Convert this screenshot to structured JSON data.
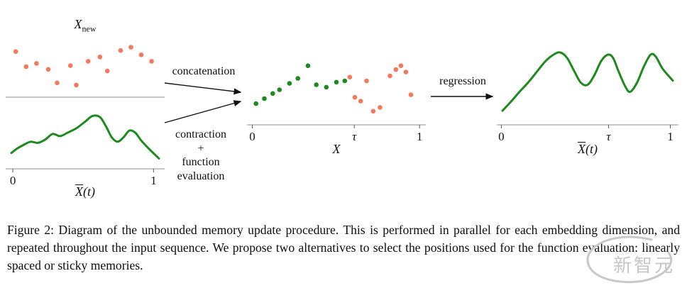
{
  "figure": {
    "panels": {
      "x_new": {
        "main": "X",
        "sub": "new"
      },
      "xbar_prev": {
        "bar": "X",
        "rest": "(t)"
      },
      "concat": {
        "label": "X"
      },
      "xbar_new": {
        "bar": "X",
        "rest": "(t)"
      }
    },
    "arrow_labels": {
      "concatenation": "concatenation",
      "contraction_l1": "contraction",
      "contraction_l2": "+",
      "contraction_l3": "function",
      "contraction_l4": "evaluation",
      "regression": "regression"
    }
  },
  "caption": {
    "text": "Figure 2: Diagram of the unbounded memory update procedure. This is performed in parallel for each embedding dimension, and repeated throughout the input sequence. We propose two alternatives to select the positions used for the function evaluation: linearly spaced or sticky memories."
  },
  "watermark": {
    "text": "新智元"
  },
  "colors": {
    "orange": "#f4795b",
    "green": "#1d8a1d",
    "axis": "#8f8f8f",
    "tick": "#555555",
    "ink": "#111111",
    "watermark": "#c8c8c8"
  },
  "chart_data": [
    {
      "id": "chart-x-new",
      "type": "scatter",
      "title": "X_new (new memory vectors)",
      "xlim": [
        0,
        1
      ],
      "ylim": [
        0,
        1
      ],
      "axis_line": true,
      "ticks": [],
      "series": [
        {
          "name": "new-memory-points",
          "color_key": "orange",
          "points": [
            [
              0.03,
              0.78
            ],
            [
              0.1,
              0.5
            ],
            [
              0.17,
              0.56
            ],
            [
              0.25,
              0.45
            ],
            [
              0.31,
              0.2
            ],
            [
              0.4,
              0.52
            ],
            [
              0.44,
              0.16
            ],
            [
              0.52,
              0.6
            ],
            [
              0.6,
              0.68
            ],
            [
              0.65,
              0.42
            ],
            [
              0.74,
              0.8
            ],
            [
              0.81,
              0.86
            ],
            [
              0.88,
              0.72
            ],
            [
              0.95,
              0.6
            ]
          ]
        }
      ]
    },
    {
      "id": "chart-xbar-prev",
      "type": "line",
      "title": "X̄(t) previous long-term memory signal",
      "xlim": [
        0,
        1
      ],
      "ylim": [
        0,
        1
      ],
      "axis_line": true,
      "ticks": [
        {
          "pos": 0.045,
          "label": "0"
        },
        {
          "pos": 0.93,
          "label": "1"
        }
      ],
      "series": [
        {
          "name": "xbar-prev-curve",
          "color_key": "green",
          "points": [
            [
              0.0,
              0.22
            ],
            [
              0.04,
              0.3
            ],
            [
              0.08,
              0.36
            ],
            [
              0.13,
              0.42
            ],
            [
              0.18,
              0.4
            ],
            [
              0.23,
              0.46
            ],
            [
              0.28,
              0.56
            ],
            [
              0.33,
              0.52
            ],
            [
              0.38,
              0.58
            ],
            [
              0.44,
              0.66
            ],
            [
              0.5,
              0.78
            ],
            [
              0.55,
              0.88
            ],
            [
              0.6,
              0.86
            ],
            [
              0.64,
              0.7
            ],
            [
              0.68,
              0.5
            ],
            [
              0.72,
              0.42
            ],
            [
              0.76,
              0.5
            ],
            [
              0.8,
              0.62
            ],
            [
              0.84,
              0.58
            ],
            [
              0.88,
              0.44
            ],
            [
              0.93,
              0.3
            ],
            [
              1.0,
              0.12
            ]
          ]
        }
      ]
    },
    {
      "id": "chart-concat",
      "type": "scatter",
      "title": "X (concatenated evaluated points and new vectors)",
      "xlim": [
        0,
        1
      ],
      "ylim": [
        0,
        1
      ],
      "axis_line": true,
      "ticks": [
        {
          "pos": 0.03,
          "label": "0"
        },
        {
          "pos": 0.6,
          "label": "τ"
        },
        {
          "pos": 0.965,
          "label": "1"
        }
      ],
      "series": [
        {
          "name": "evaluated-function-points",
          "color_key": "green",
          "points": [
            [
              0.02,
              0.28
            ],
            [
              0.07,
              0.36
            ],
            [
              0.12,
              0.44
            ],
            [
              0.16,
              0.5
            ],
            [
              0.22,
              0.6
            ],
            [
              0.27,
              0.68
            ],
            [
              0.33,
              0.88
            ],
            [
              0.38,
              0.58
            ],
            [
              0.44,
              0.54
            ],
            [
              0.5,
              0.62
            ],
            [
              0.55,
              0.64
            ]
          ]
        },
        {
          "name": "new-memory-points",
          "color_key": "orange",
          "points": [
            [
              0.58,
              0.7
            ],
            [
              0.61,
              0.38
            ],
            [
              0.645,
              0.32
            ],
            [
              0.68,
              0.64
            ],
            [
              0.72,
              0.16
            ],
            [
              0.76,
              0.22
            ],
            [
              0.82,
              0.72
            ],
            [
              0.855,
              0.82
            ],
            [
              0.885,
              0.88
            ],
            [
              0.915,
              0.78
            ],
            [
              0.945,
              0.42
            ]
          ]
        }
      ]
    },
    {
      "id": "chart-xbar-new",
      "type": "line",
      "title": "X̄(t) updated long-term memory after regression",
      "xlim": [
        0,
        1
      ],
      "ylim": [
        0,
        1
      ],
      "axis_line": true,
      "ticks": [
        {
          "pos": 0.025,
          "label": "0"
        },
        {
          "pos": 0.615,
          "label": "τ"
        },
        {
          "pos": 0.955,
          "label": "1"
        }
      ],
      "series": [
        {
          "name": "xbar-new-curve",
          "color_key": "green",
          "points": [
            [
              0.0,
              0.15
            ],
            [
              0.05,
              0.28
            ],
            [
              0.1,
              0.42
            ],
            [
              0.15,
              0.55
            ],
            [
              0.2,
              0.7
            ],
            [
              0.25,
              0.85
            ],
            [
              0.3,
              0.95
            ],
            [
              0.34,
              0.98
            ],
            [
              0.38,
              0.9
            ],
            [
              0.42,
              0.72
            ],
            [
              0.46,
              0.55
            ],
            [
              0.5,
              0.52
            ],
            [
              0.54,
              0.66
            ],
            [
              0.58,
              0.86
            ],
            [
              0.62,
              0.95
            ],
            [
              0.65,
              0.9
            ],
            [
              0.68,
              0.72
            ],
            [
              0.72,
              0.5
            ],
            [
              0.75,
              0.42
            ],
            [
              0.79,
              0.55
            ],
            [
              0.83,
              0.78
            ],
            [
              0.87,
              0.95
            ],
            [
              0.9,
              0.92
            ],
            [
              0.94,
              0.75
            ],
            [
              1.0,
              0.58
            ]
          ]
        }
      ]
    }
  ]
}
